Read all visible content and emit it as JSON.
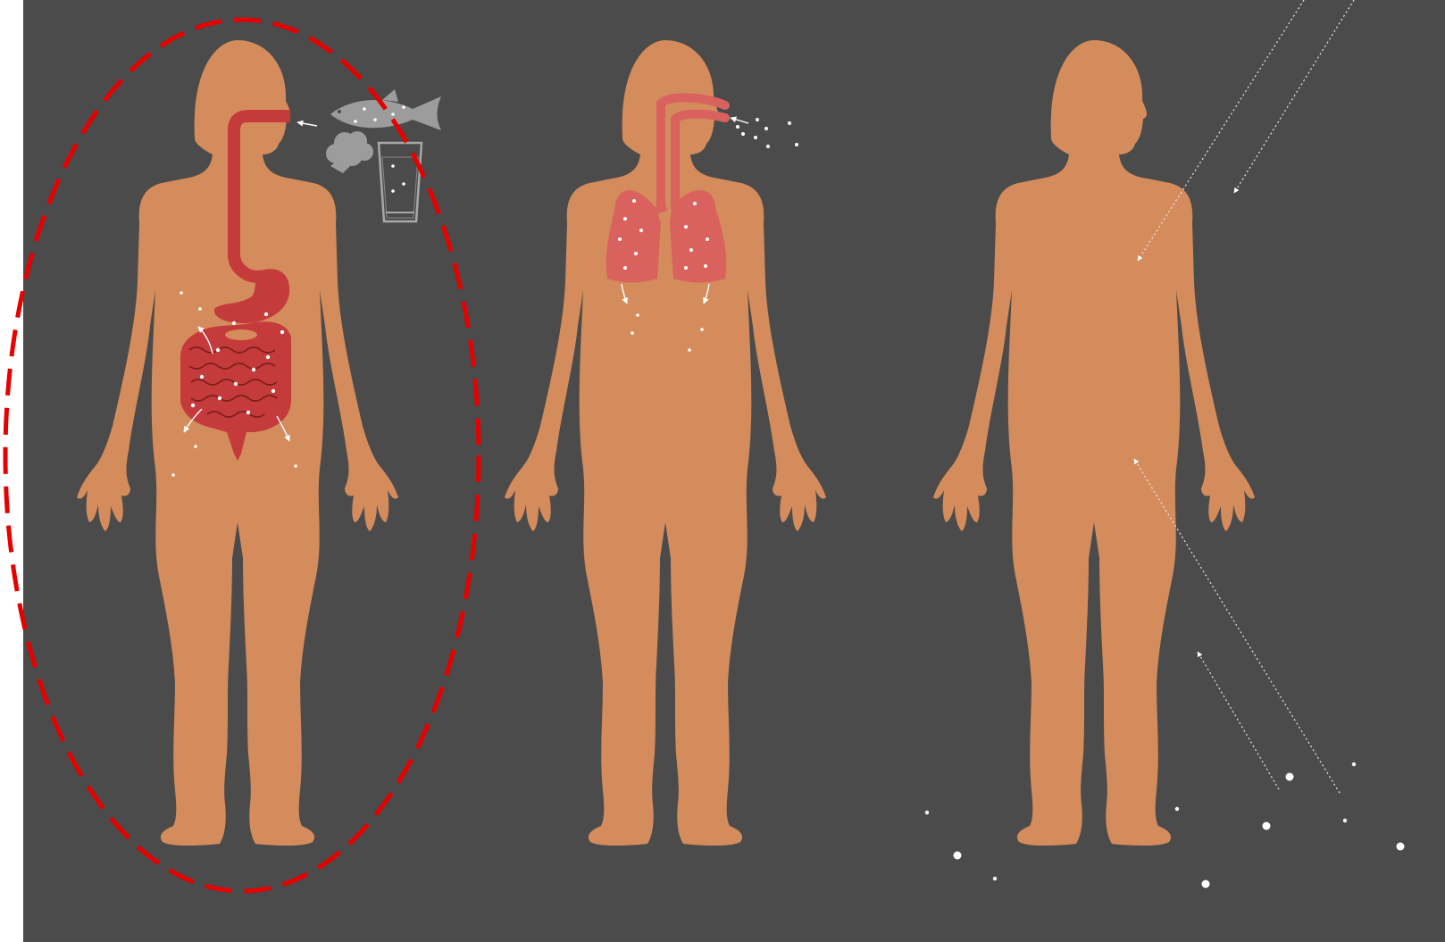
{
  "diagram": {
    "panels": [
      {
        "id": "ingestion",
        "figure": "human-silhouette",
        "organs": "digestive-system",
        "sources": [
          "fish",
          "broccoli",
          "glass-of-water"
        ],
        "highlighted": true
      },
      {
        "id": "inhalation",
        "figure": "human-silhouette",
        "organs": "respiratory-system",
        "sources": [
          "airborne-particles"
        ],
        "highlighted": false
      },
      {
        "id": "external-exposure",
        "figure": "human-silhouette",
        "organs": "none",
        "sources": [
          "ground-particles",
          "incoming-radiation"
        ],
        "highlighted": false
      }
    ],
    "colors": {
      "background": "#4b4b4b",
      "page": "#ffffff",
      "body": "#d48c5c",
      "digestive": "#c53a3a",
      "lungs": "#d9625f",
      "icons": "#9c9c9c",
      "particles": "#ffffff",
      "highlight": "#e60000"
    }
  }
}
